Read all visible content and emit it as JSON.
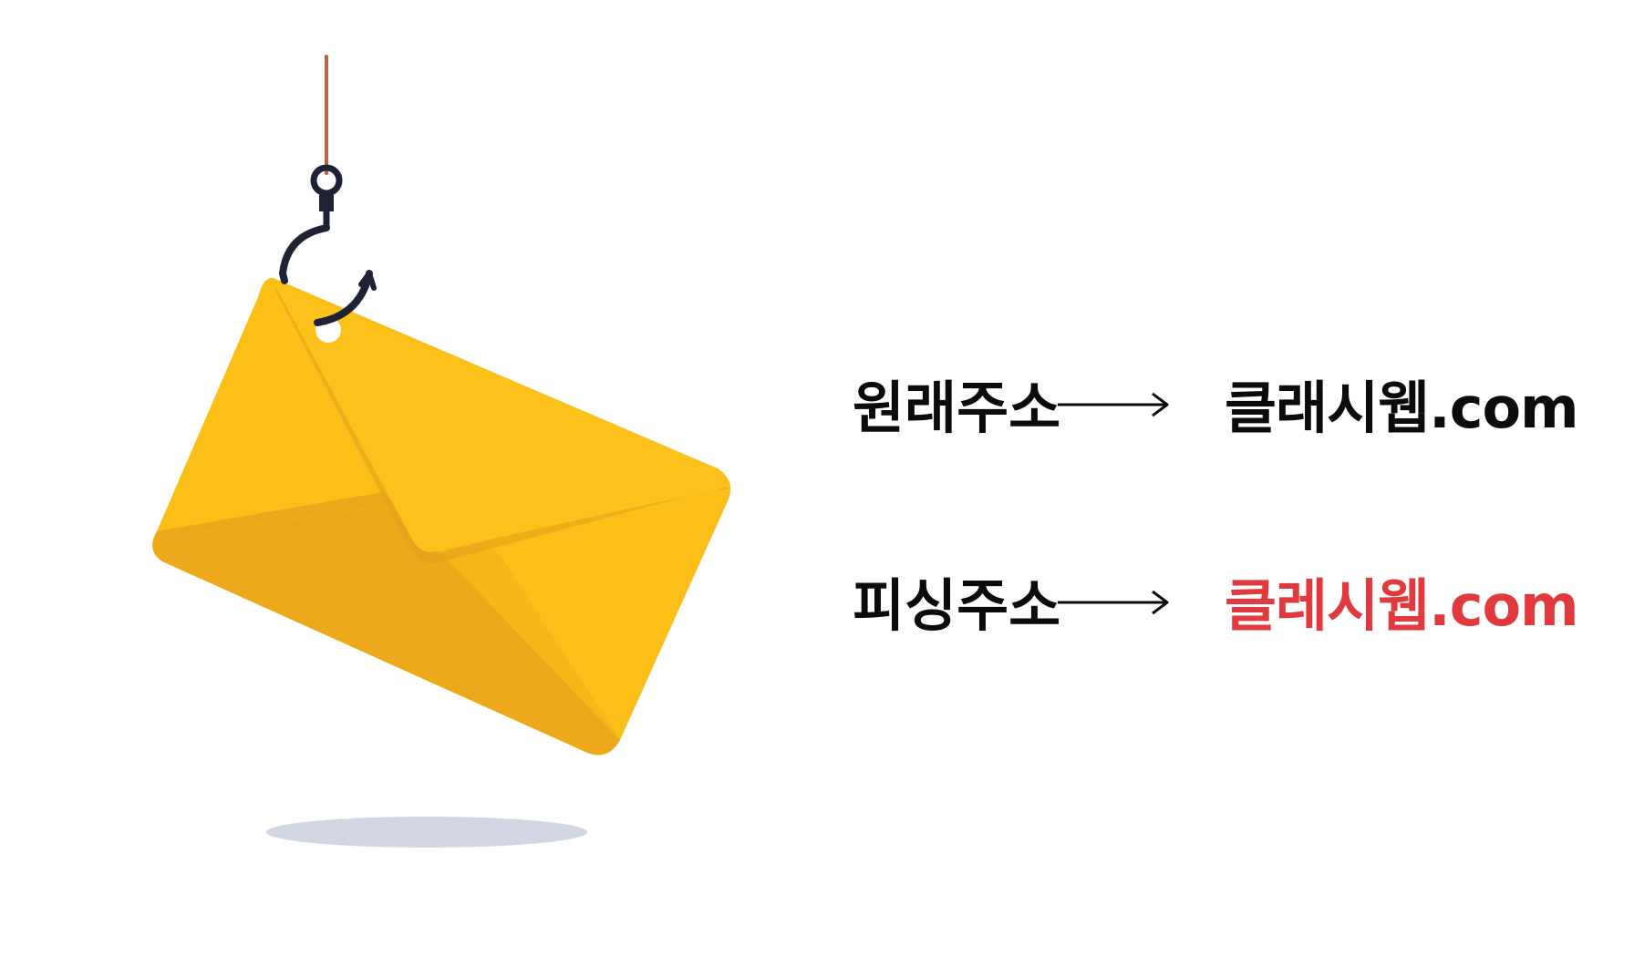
{
  "rows": {
    "original": {
      "label": "원래주소",
      "address": "클래시웹.com",
      "color": "#0b0b0b"
    },
    "phishing": {
      "label": "피싱주소",
      "address": "클레시웹.com",
      "color": "#e03a3e"
    }
  },
  "colors": {
    "envelope": "#fbbf18",
    "envelope_shade": "#eda91b",
    "hook": "#1f2235",
    "line": "#b5663f",
    "shadow": "#d3d6e3"
  },
  "icons": {
    "illustration": "phishing-hook-envelope-icon",
    "arrow": "long-arrow-right-icon"
  }
}
